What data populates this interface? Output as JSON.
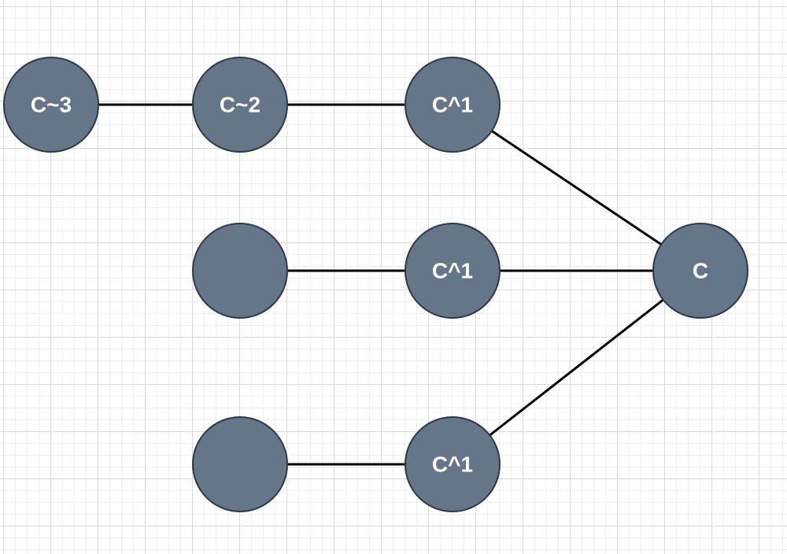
{
  "diagram": {
    "node_color": "#647687",
    "node_border_color": "#2b3a4a",
    "edge_color": "#000000",
    "nodes": [
      {
        "id": "c3",
        "label": "C~3"
      },
      {
        "id": "c2",
        "label": "C~2"
      },
      {
        "id": "c1a",
        "label": "C^1"
      },
      {
        "id": "blank1",
        "label": ""
      },
      {
        "id": "c1b",
        "label": "C^1"
      },
      {
        "id": "c",
        "label": "C"
      },
      {
        "id": "blank2",
        "label": ""
      },
      {
        "id": "c1c",
        "label": "C^1"
      }
    ],
    "edges": [
      {
        "from": "c3",
        "to": "c2"
      },
      {
        "from": "c2",
        "to": "c1a"
      },
      {
        "from": "c1a",
        "to": "c"
      },
      {
        "from": "blank1",
        "to": "c1b"
      },
      {
        "from": "c1b",
        "to": "c"
      },
      {
        "from": "blank2",
        "to": "c1c"
      },
      {
        "from": "c1c",
        "to": "c"
      }
    ]
  }
}
